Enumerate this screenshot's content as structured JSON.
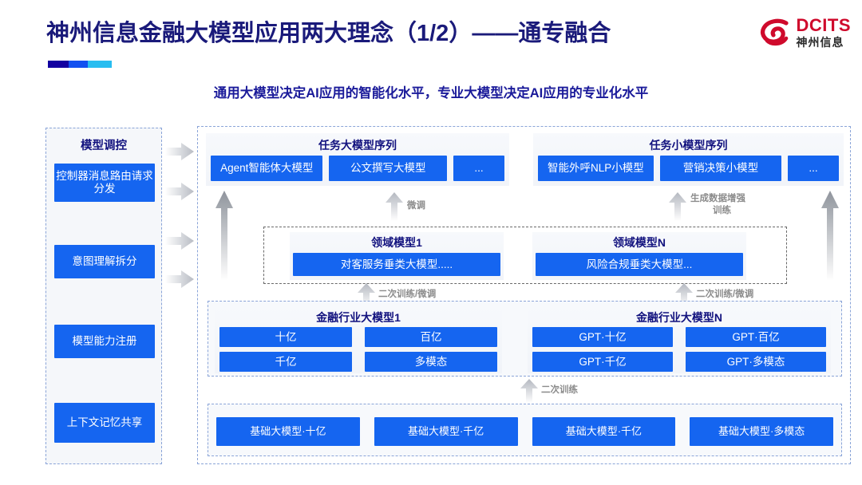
{
  "header": {
    "title": "神州信息金融大模型应用两大理念（1/2）——通专融合",
    "subtitle": "通用大模型决定AI应用的智能化水平，专业大模型决定AI应用的专业化水平",
    "logo_en": "DCITS",
    "logo_cn": "神州信息",
    "accent_navy": "#1a1a7a",
    "accent_blue": "#1565f0",
    "logo_red": "#cf0a2c"
  },
  "left_column": {
    "title": "模型调控",
    "items": [
      {
        "label": "控制器消息路由请求分发"
      },
      {
        "label": "意图理解拆分"
      },
      {
        "label": "模型能力注册"
      },
      {
        "label": "上下文记忆共享"
      }
    ]
  },
  "task_sequences": [
    {
      "title": "任务大模型序列",
      "items": [
        "Agent智能体大模型",
        "公文撰写大模型",
        "..."
      ]
    },
    {
      "title": "任务小模型序列",
      "items": [
        "智能外呼NLP小模型",
        "营销决策小模型",
        "..."
      ]
    }
  ],
  "domain_models": [
    {
      "title": "领域模型1",
      "item": "对客服务垂类大模型....."
    },
    {
      "title": "领域模型N",
      "item": "风险合规垂类大模型..."
    }
  ],
  "industry_models": [
    {
      "title": "金融行业大模型1",
      "items": [
        "十亿",
        "百亿",
        "千亿",
        "多模态"
      ]
    },
    {
      "title": "金融行业大模型N",
      "items": [
        "GPT·十亿",
        "GPT·百亿",
        "GPT·千亿",
        "GPT·多模态"
      ]
    }
  ],
  "base_models": {
    "items": [
      "基础大模型·十亿",
      "基础大模型·千亿",
      "基础大模型·千亿",
      "基础大模型·多模态"
    ]
  },
  "arrow_labels": {
    "finetune": "微调",
    "data_augment": "生成数据增强\n训练",
    "data_augment_l1": "生成数据增强",
    "data_augment_l2": "训练",
    "retrain_finetune": "二次训练/微调",
    "retrain": "二次训练"
  }
}
